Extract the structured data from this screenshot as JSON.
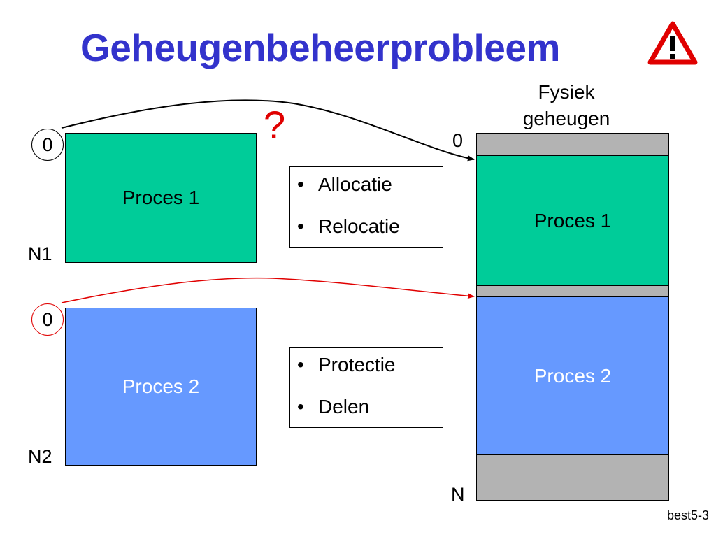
{
  "title": "Geheugenbeheerprobleem",
  "warning_icon": "warning-triangle-icon",
  "question_mark": "?",
  "physical_memory": {
    "heading_line1": "Fysiek",
    "heading_line2": "geheugen",
    "start_label": "0",
    "end_label": "N",
    "proces1": "Proces 1",
    "proces2": "Proces 2"
  },
  "process1": {
    "label": "Proces 1",
    "start": "0",
    "end": "N1"
  },
  "process2": {
    "label": "Proces 2",
    "start": "0",
    "end": "N2"
  },
  "list_top": [
    "Allocatie",
    "Relocatie"
  ],
  "list_bottom": [
    "Protectie",
    "Delen"
  ],
  "bullet": "•",
  "footer": "best5-3",
  "colors": {
    "title": "#3333cc",
    "green": "#00cc99",
    "blue": "#6699ff",
    "grey": "#b3b3b3",
    "red": "#e00000"
  }
}
